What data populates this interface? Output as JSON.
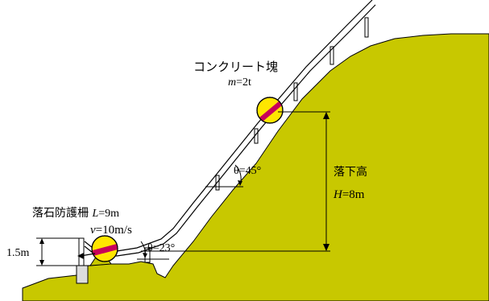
{
  "colors": {
    "ground": "#c8c800",
    "block_fill": "#ffe600",
    "block_band": "#c8005a",
    "rail": "#000000",
    "background": "#ffffff"
  },
  "labels": {
    "block_title": "コンクリート塊",
    "block_mass_var": "m",
    "block_mass_val": "=2t",
    "angle_upper": "θ=45°",
    "angle_lower": "θ=23°",
    "drop_title": "落下高",
    "drop_var": "H",
    "drop_val": "=8m",
    "fence_title": "落石防護柵 ",
    "fence_len_var": "L",
    "fence_len_val": "=9m",
    "velocity_var": "v",
    "velocity_val": "=10m/s",
    "fence_height": "1.5m"
  }
}
